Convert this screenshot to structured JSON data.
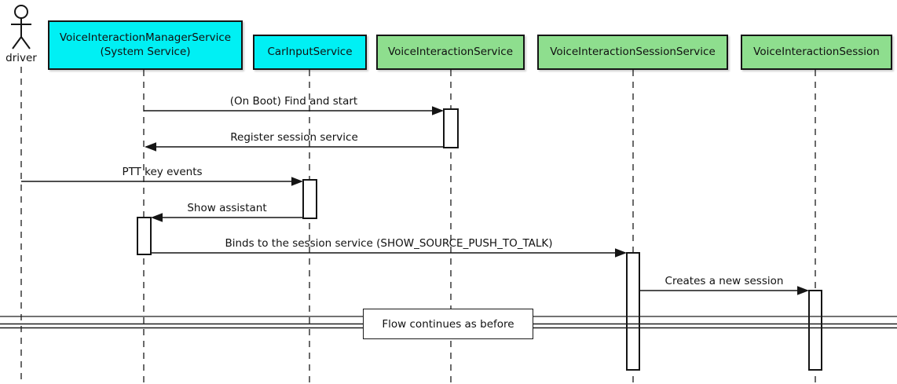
{
  "colors": {
    "participant_cyan": "#00F0F4",
    "participant_green": "#8EDE8E",
    "line_black": "#151515",
    "background": "#ffffff"
  },
  "diagram": {
    "type": "uml-sequence-diagram",
    "actor": {
      "label": "driver"
    },
    "participants": [
      {
        "label": "VoiceInteractionManagerService\n(System Service)",
        "color": "cyan"
      },
      {
        "label": "CarInputService",
        "color": "cyan"
      },
      {
        "label": "VoiceInteractionService",
        "color": "green"
      },
      {
        "label": "VoiceInteractionSessionService",
        "color": "green"
      },
      {
        "label": "VoiceInteractionSession",
        "color": "green"
      }
    ],
    "messages": [
      {
        "label": "(On Boot) Find and start",
        "from": "VoiceInteractionManagerService (System Service)",
        "to": "VoiceInteractionService",
        "direction": "right"
      },
      {
        "label": "Register session service",
        "from": "VoiceInteractionService",
        "to": "VoiceInteractionManagerService (System Service)",
        "direction": "left"
      },
      {
        "label": "PTT key events",
        "from": "driver",
        "to": "CarInputService",
        "direction": "right"
      },
      {
        "label": "Show assistant",
        "from": "CarInputService",
        "to": "VoiceInteractionManagerService (System Service)",
        "direction": "left"
      },
      {
        "label": "Binds to the session service (SHOW_SOURCE_PUSH_TO_TALK)",
        "from": "VoiceInteractionManagerService (System Service)",
        "to": "VoiceInteractionSessionService",
        "direction": "right"
      },
      {
        "label": "Creates a new session",
        "from": "VoiceInteractionSessionService",
        "to": "VoiceInteractionSession",
        "direction": "right"
      }
    ],
    "divider": {
      "label": "Flow continues as before"
    }
  }
}
